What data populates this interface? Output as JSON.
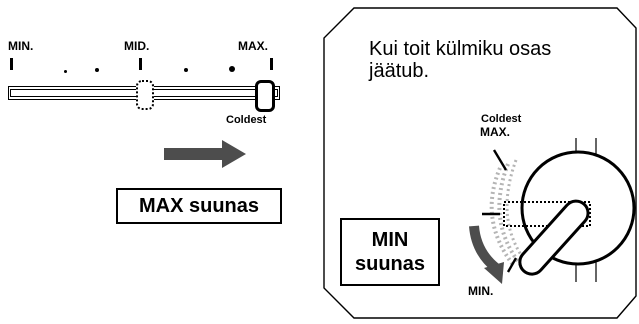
{
  "slider": {
    "min_label": "MIN.",
    "mid_label": "MID.",
    "max_label": "MAX.",
    "coldest_label": "Coldest",
    "current_setting": "MAX."
  },
  "left_box": {
    "label": "MAX suunas"
  },
  "right_panel": {
    "instruction_line1": "Kui toit külmiku osas",
    "instruction_line2": "jäätub.",
    "coldest_label": "Coldest",
    "max_label": "MAX.",
    "min_label": "MIN.",
    "min_box_line1": "MIN",
    "min_box_line2": "suunas"
  },
  "colors": {
    "arrow_fill": "#4d4d4d",
    "stroke": "#000000",
    "dotted_trail": "#b5b5b5"
  },
  "icons": {
    "direction_arrow": "arrow-right-icon",
    "rotate_arrow": "curved-arrow-down-icon",
    "dial": "temperature-dial-icon"
  }
}
